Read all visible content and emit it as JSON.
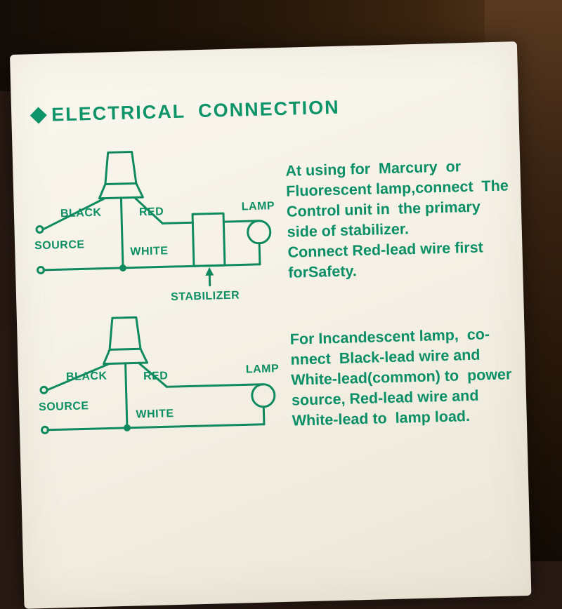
{
  "colors": {
    "ink": "#0e8f63",
    "paper": "#f5f1e6",
    "background": "#281913"
  },
  "title": {
    "text": "ELECTRICAL CONNECTION"
  },
  "diagram1": {
    "labels": {
      "black": "BLACK",
      "red": "RED",
      "white": "WHITE",
      "source": "SOURCE",
      "lamp": "LAMP",
      "stabilizer": "STABILIZER"
    },
    "note_lines": [
      "At using for  Marcury  or",
      "Fluorescent lamp,connect  The",
      "Control unit in  the primary",
      "side of stabilizer.",
      "Connect Red-lead wire first",
      "forSafety."
    ]
  },
  "diagram2": {
    "labels": {
      "black": "BLACK",
      "red": "RED",
      "white": "WHITE",
      "source": "SOURCE",
      "lamp": "LAMP"
    },
    "note_lines": [
      "For Incandescent lamp,  co-",
      "nnect  Black-lead wire and",
      "White-lead(common) to  power",
      "source, Red-lead wire and",
      "White-lead to  lamp load."
    ]
  }
}
